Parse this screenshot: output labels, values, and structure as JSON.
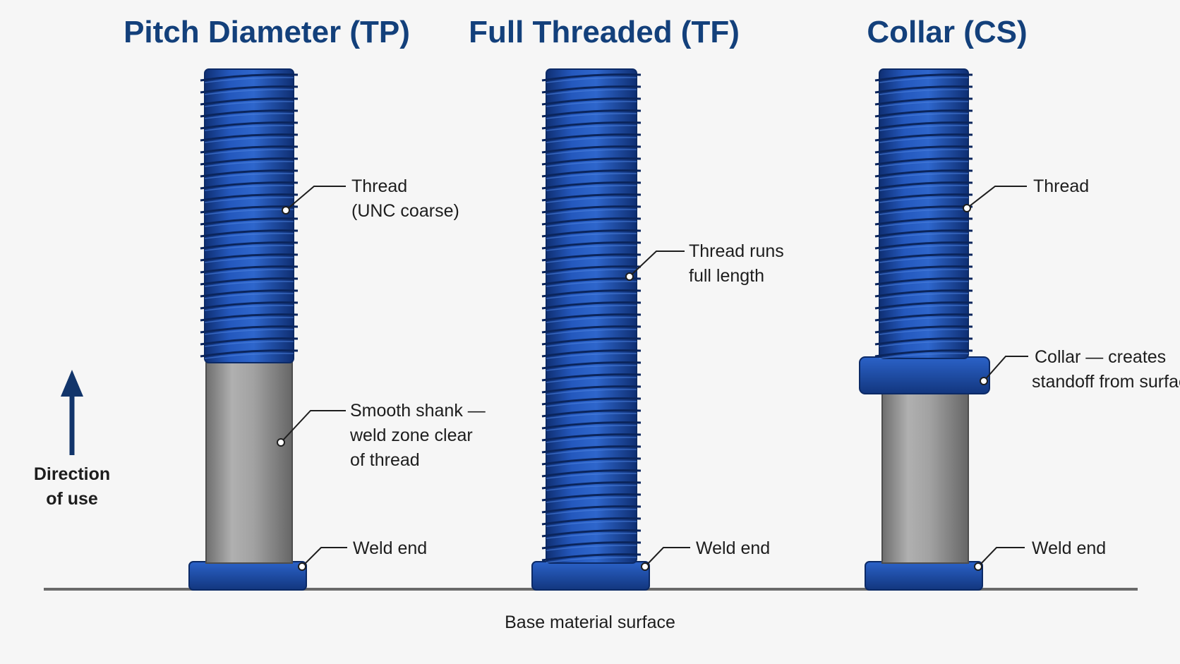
{
  "colors": {
    "background": "#f6f6f6",
    "title": "#13407b",
    "thread_blue": "#1f4fae",
    "thread_dark": "#0f2f73",
    "shank_gray": "#9a9a9a",
    "arrow_navy": "#12356b"
  },
  "studs": [
    {
      "id": "tp",
      "title": "Pitch Diameter (TP)",
      "callouts": [
        {
          "lines": [
            "Thread",
            "(UNC coarse)"
          ]
        },
        {
          "lines": [
            "Smooth shank —",
            "weld zone clear",
            "of thread"
          ]
        },
        {
          "lines": [
            "Weld end"
          ]
        }
      ]
    },
    {
      "id": "tf",
      "title": "Full Threaded (TF)",
      "callouts": [
        {
          "lines": [
            "Thread runs",
            "full length"
          ]
        },
        {
          "lines": [
            "Weld end"
          ]
        }
      ]
    },
    {
      "id": "cs",
      "title": "Collar (CS)",
      "callouts": [
        {
          "lines": [
            "Thread"
          ]
        },
        {
          "lines": [
            "Collar — creates",
            "standoff from surface"
          ]
        },
        {
          "lines": [
            "Weld end"
          ]
        }
      ]
    }
  ],
  "direction": {
    "lines": [
      "Direction",
      "of use"
    ],
    "icon": "up-arrow-icon"
  },
  "base_label": "Base material surface"
}
